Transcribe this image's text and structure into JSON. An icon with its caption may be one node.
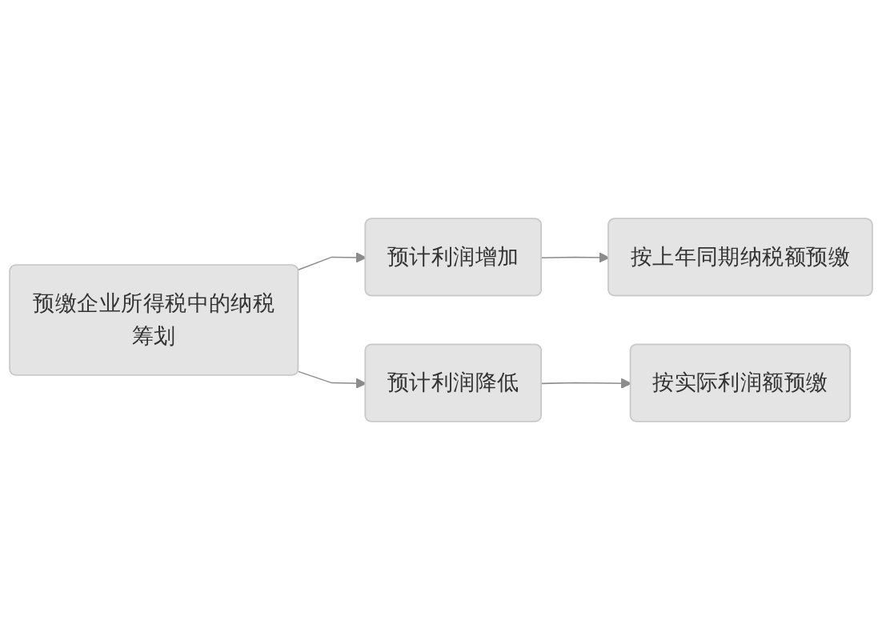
{
  "diagram": {
    "nodes": [
      {
        "text": [
          "预计利润增加"
        ]
      },
      {
        "text": [
          "按上年同期纳税额预缴"
        ]
      },
      {
        "text": [
          "预缴企业所得税中的纳税筹划"
        ]
      },
      {
        "text": [
          "预计利润降低"
        ]
      },
      {
        "text": [
          "按实际利润额预缴"
        ]
      }
    ],
    "edges": [
      {
        "from": 0,
        "to": 1,
        "arrow": "to"
      },
      {
        "from": 2,
        "to": 0,
        "arrow": "to"
      },
      {
        "from": 2,
        "to": 3,
        "arrow": "to"
      },
      {
        "from": 3,
        "to": 4,
        "arrow": "to"
      }
    ]
  }
}
